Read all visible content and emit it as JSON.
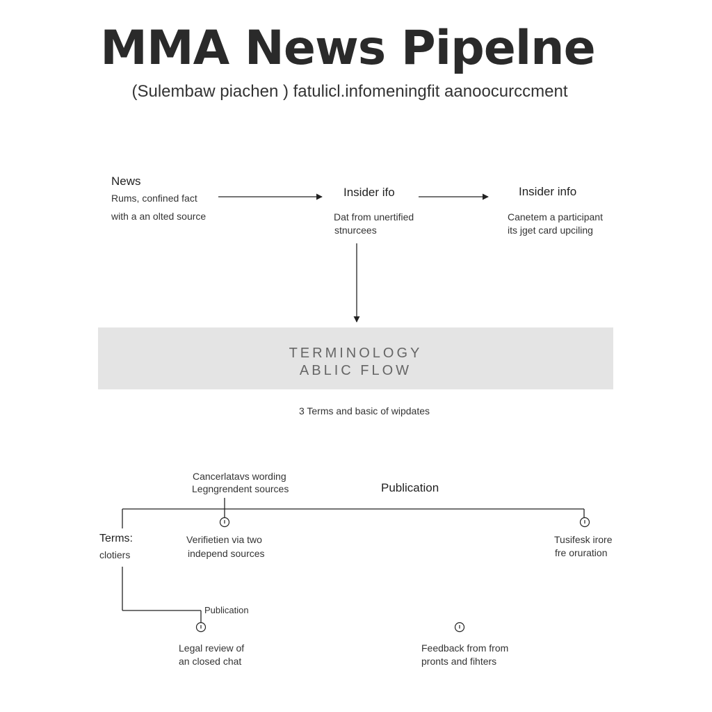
{
  "header": {
    "title": "MMA News Pipelne",
    "subtitle": "(Sulembaw piachen ) fatulicl.infomeningfit aanoocurccment"
  },
  "top_flow": {
    "news": {
      "title": "News",
      "line1": "Rums,  confined fact",
      "line2": "with a an olted source"
    },
    "insider_info_1": {
      "title": "Insider ifo",
      "line1": "Dat from unertified",
      "line2": "stnurcees"
    },
    "insider_info_2": {
      "title": "Insider info",
      "line1": "Canetem a participant",
      "line2": "its jget card upciling"
    }
  },
  "band": {
    "line1": "TERMINOLOGY",
    "line2": "ABLIC FLOW",
    "caption": "3 Terms and basic of wipdates"
  },
  "bottom_flow": {
    "cancel_wording": {
      "line1": "Cancerlatavs wording",
      "line2": "Legngrendent sources"
    },
    "publication_main": "Publication",
    "terms": {
      "line1": "Terms:",
      "line2": "clotiers"
    },
    "verification": {
      "line1": "Verifietien via two",
      "line2": "independ sources"
    },
    "tusifesk": {
      "line1": "Tusifesk irore",
      "line2": "fre oruration"
    },
    "publication_small": "Publication",
    "legal_review": {
      "line1": "Legal review of",
      "line2": "an closed chat"
    },
    "feedback": {
      "line1": "Feedback from from",
      "line2": "pronts and fihters"
    }
  }
}
